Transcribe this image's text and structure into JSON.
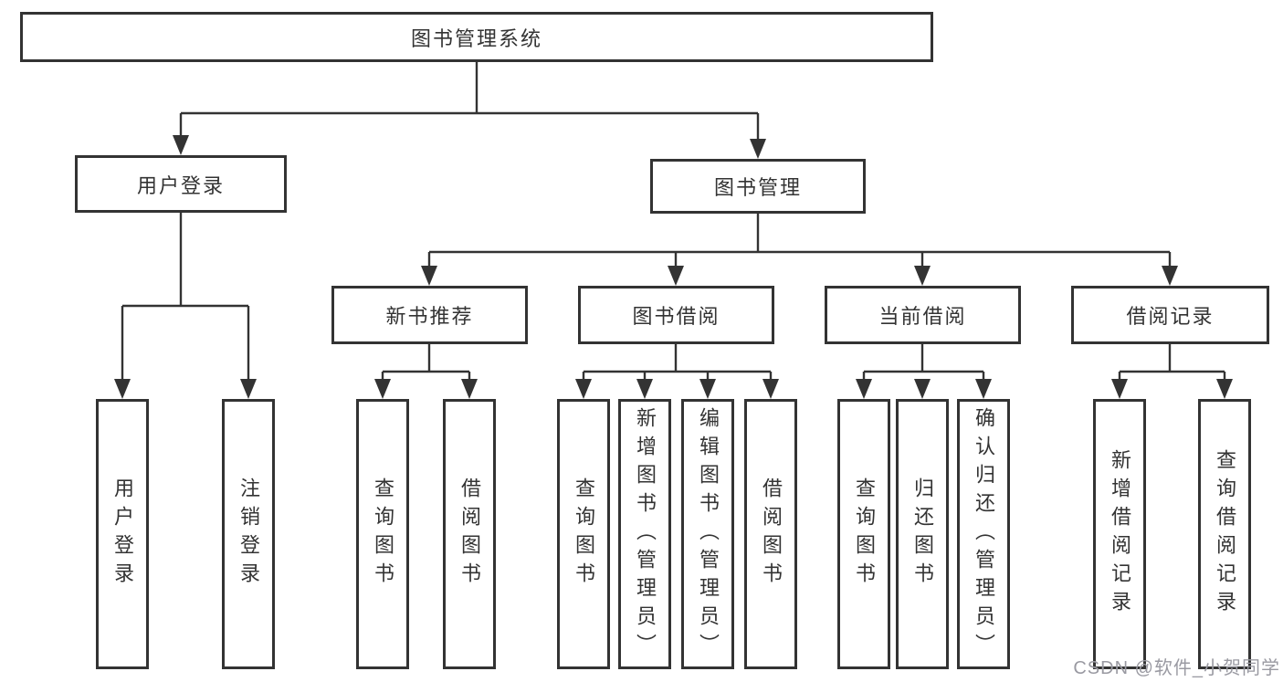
{
  "diagram": {
    "watermark": "CSDN @软件_小贺同学",
    "colors": {
      "line": "#333333",
      "text": "#333333",
      "background": "#ffffff",
      "watermark": "#9a9aa2"
    },
    "root": {
      "label": "图书管理系统"
    },
    "branches": [
      {
        "label": "用户登录",
        "children": [
          {
            "label": "用户登录"
          },
          {
            "label": "注销登录"
          }
        ]
      },
      {
        "label": "图书管理",
        "children": [
          {
            "label": "新书推荐",
            "children": [
              {
                "label": "查询图书"
              },
              {
                "label": "借阅图书"
              }
            ]
          },
          {
            "label": "图书借阅",
            "children": [
              {
                "label": "查询图书"
              },
              {
                "label": "新增图书（管理员）"
              },
              {
                "label": "编辑图书（管理员）"
              },
              {
                "label": "借阅图书"
              }
            ]
          },
          {
            "label": "当前借阅",
            "children": [
              {
                "label": "查询图书"
              },
              {
                "label": "归还图书"
              },
              {
                "label": "确认归还（管理员）"
              }
            ]
          },
          {
            "label": "借阅记录",
            "children": [
              {
                "label": "新增借阅记录"
              },
              {
                "label": "查询借阅记录"
              }
            ]
          }
        ]
      }
    ]
  }
}
